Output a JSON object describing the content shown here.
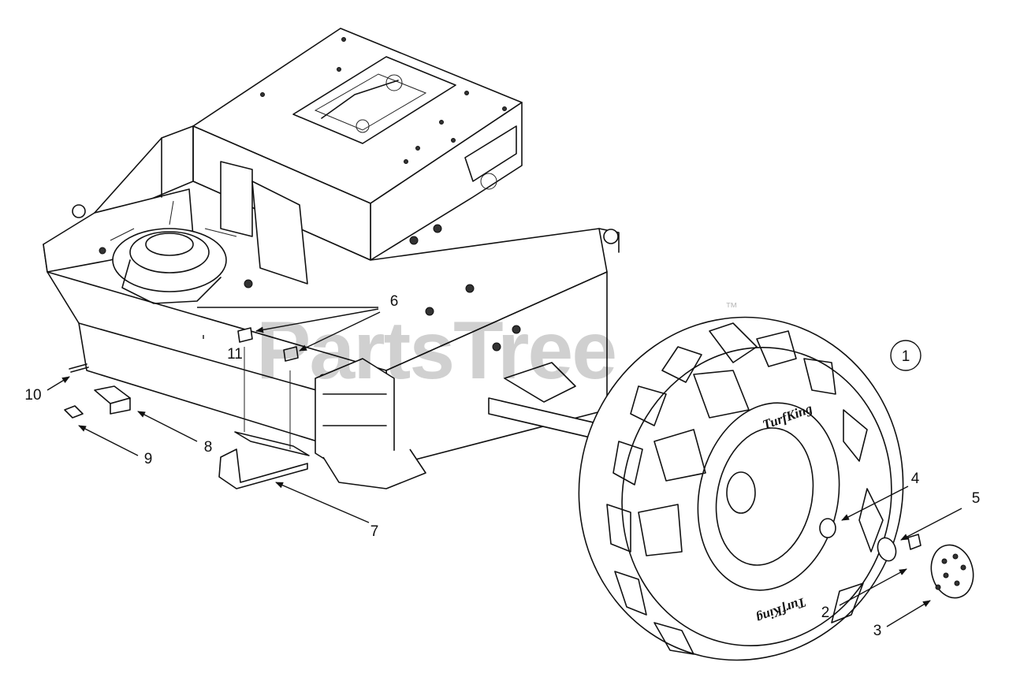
{
  "watermark": {
    "text": "PartsTree",
    "trademark": "™"
  },
  "tire_brand": "TurfKing",
  "callouts": [
    {
      "id": "callout-1",
      "label": "1"
    },
    {
      "id": "callout-2",
      "label": "2"
    },
    {
      "id": "callout-3",
      "label": "3"
    },
    {
      "id": "callout-4",
      "label": "4"
    },
    {
      "id": "callout-5",
      "label": "5"
    },
    {
      "id": "callout-6",
      "label": "6"
    },
    {
      "id": "callout-7",
      "label": "7"
    },
    {
      "id": "callout-8",
      "label": "8"
    },
    {
      "id": "callout-9",
      "label": "9"
    },
    {
      "id": "callout-10",
      "label": "10"
    },
    {
      "id": "callout-11",
      "label": "11"
    }
  ]
}
